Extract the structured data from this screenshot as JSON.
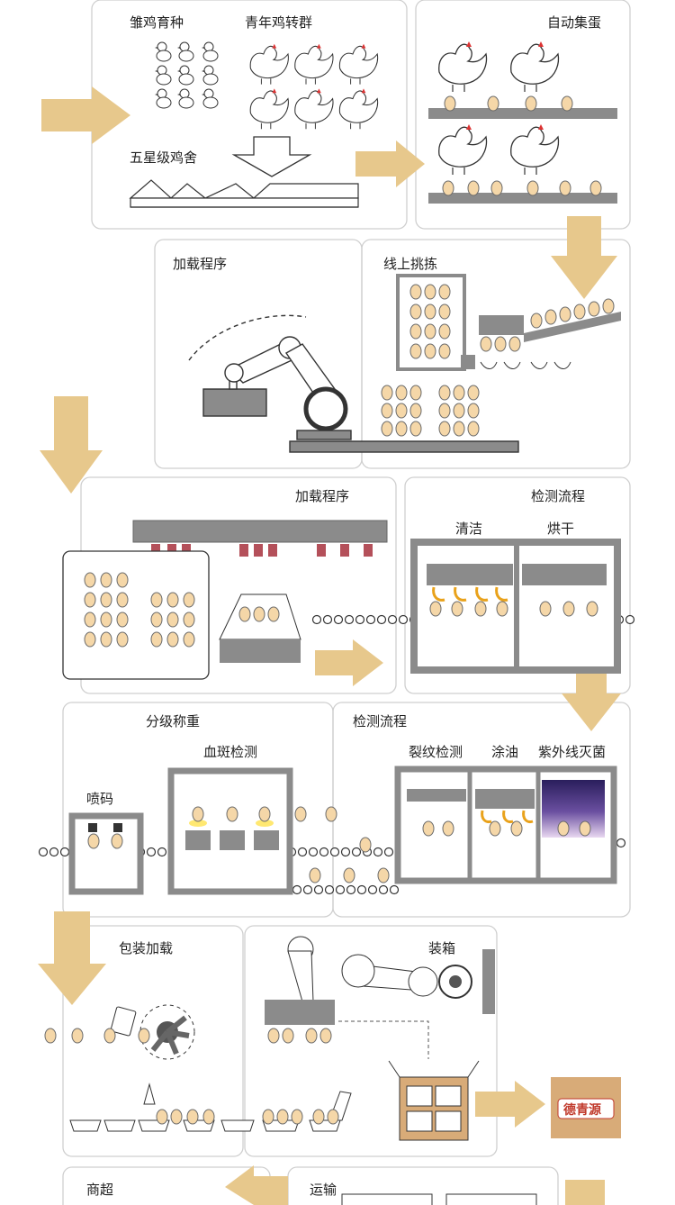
{
  "stages": {
    "chick_breeding": "雏鸡育种",
    "young_flock_transfer": "青年鸡转群",
    "five_star_henhouse": "五星级鸡舍",
    "auto_egg_collection": "自动集蛋",
    "loading_program_1": "加载程序",
    "online_sorting": "线上挑拣",
    "loading_program_2": "加载程序",
    "inspection_flow_1": "检测流程",
    "cleaning": "清洁",
    "drying": "烘干",
    "grading_weighing": "分级称重",
    "blood_spot_detection": "血斑检测",
    "inkjet_coding": "喷码",
    "inspection_flow_2": "检测流程",
    "crack_detection": "裂纹检测",
    "oiling": "涂油",
    "uv_sterilization": "紫外线灭菌",
    "packaging_loading": "包装加载",
    "boxing": "装箱",
    "transport": "运输",
    "supermarket": "商超"
  },
  "brand": {
    "box_logo": "德青源"
  },
  "colors": {
    "arrow": "#e7c88c",
    "frame": "#cfcfcf",
    "machine": "#8b8b8b",
    "egg": "#f5d7a8",
    "gripper": "#b4505a",
    "nozzle": "#e9a21b",
    "uv": "#6a4fa0",
    "box": "#d8ab78",
    "brand_red": "#c0392b"
  }
}
